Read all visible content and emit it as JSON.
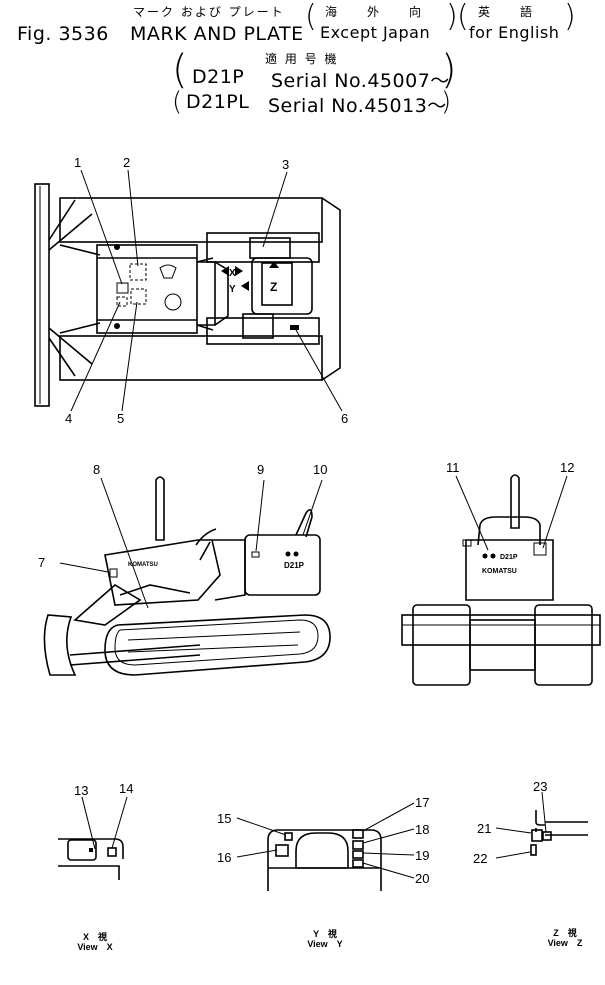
{
  "header": {
    "jp_title": "マーク および プレート",
    "jp_region": "海　　外　　向",
    "jp_lang": "英　　語",
    "fig_label": "Fig. 3536",
    "title": "MARK AND PLATE",
    "region": "Except Japan",
    "lang": "for English",
    "jp_applicable": "適 用 号 機",
    "model1": "D21P",
    "serial1": "Serial No.45007～",
    "model2": "D21PL",
    "serial2": "Serial No.45013～"
  },
  "callouts": [
    "1",
    "2",
    "3",
    "4",
    "5",
    "6",
    "7",
    "8",
    "9",
    "10",
    "11",
    "12",
    "13",
    "14",
    "15",
    "16",
    "17",
    "18",
    "19",
    "20",
    "21",
    "22",
    "23"
  ],
  "decals": {
    "brand": "KOMATSU",
    "model": "D21P",
    "axis_x": "X",
    "axis_y": "Y",
    "axis_z": "Z"
  },
  "views": {
    "x": {
      "jp": "X　視",
      "en": "View　X"
    },
    "y": {
      "jp": "Y　視",
      "en": "View　Y"
    },
    "z": {
      "jp": "Z　視",
      "en": "View　Z"
    }
  }
}
